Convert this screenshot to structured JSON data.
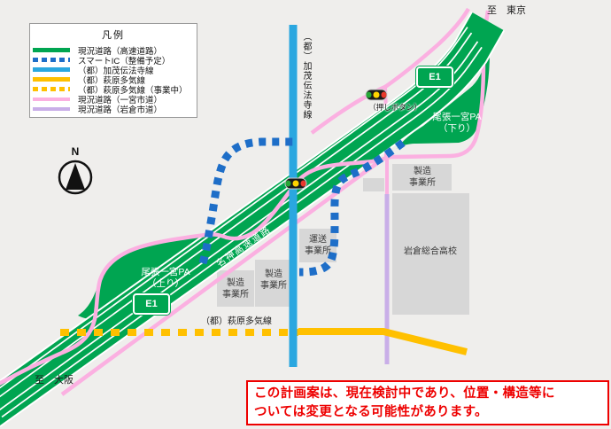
{
  "colors": {
    "green": "#00a551",
    "pink": "#fbb0e1",
    "blue": "#2aa7e0",
    "icblue": "#1e6ec8",
    "yellow": "#ffc000",
    "purple": "#c9aee8",
    "bld": "#d7d7d7",
    "bg": "#efeeec",
    "red": "#ee0000"
  },
  "legend": {
    "title": "凡例",
    "items": [
      {
        "label": "現況道路（高速道路）",
        "type": "green"
      },
      {
        "label": "スマートIC（整備予定）",
        "type": "ic"
      },
      {
        "label": "（都）加茂伝法寺線",
        "type": "blue"
      },
      {
        "label": "（都）萩原多気線",
        "type": "yellow"
      },
      {
        "label": "（都）萩原多気線（事業中）",
        "type": "ydash"
      },
      {
        "label": "現況道路（一宮市道）",
        "type": "pink"
      },
      {
        "label": "現況道路（岩倉市道）",
        "type": "purple"
      }
    ]
  },
  "compass": {
    "label": "N"
  },
  "map": {
    "to_tokyo": "至　東京",
    "to_osaka": "至　大阪",
    "expressway_name": "名神高速道路",
    "kamo_line": "（都）加茂伝法寺線",
    "hagiwara_line": "（都）萩原多気線",
    "e1_badge": "E1",
    "pa_down": {
      "line1": "尾張一宮PA",
      "line2": "（下り）"
    },
    "pa_up": {
      "line1": "尾張一宮PA",
      "line2": "（上り）"
    },
    "push_button_label": "（押しボタン）",
    "buildings": {
      "unso": {
        "line1": "運送",
        "line2": "事業所"
      },
      "seizo": {
        "line1": "製造",
        "line2": "事業所"
      },
      "koko": "岩倉総合高校"
    }
  },
  "notice": {
    "line1": "この計画案は、現在検討中であり、位置・構造等に",
    "line2": "ついては変更となる可能性があります。"
  }
}
